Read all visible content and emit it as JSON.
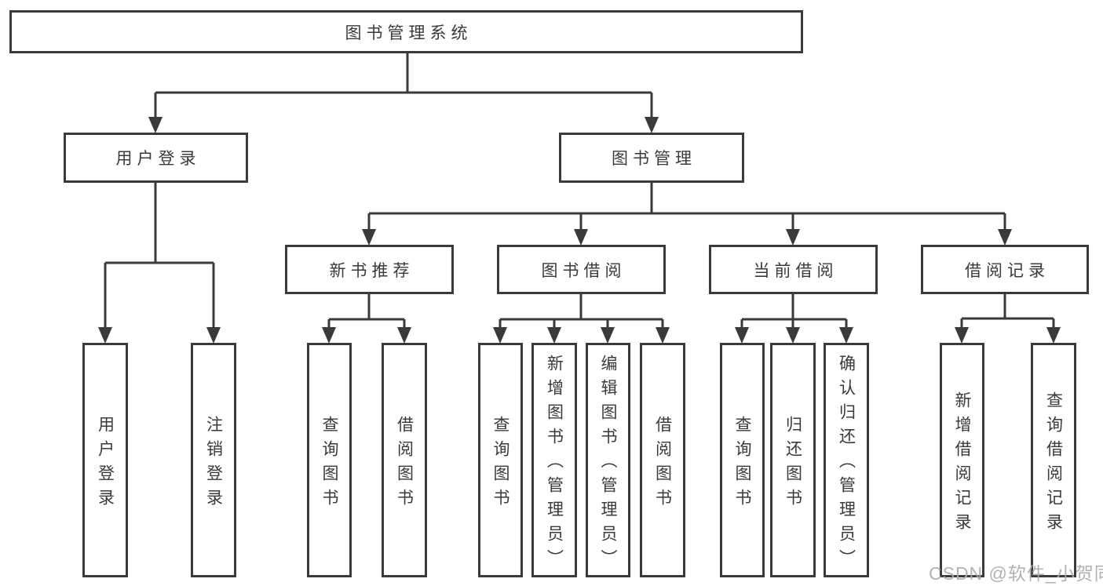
{
  "tree": {
    "label": "图书管理系统",
    "children": [
      {
        "label": "用户登录",
        "children": [
          {
            "label": "用户登录"
          },
          {
            "label": "注销登录"
          }
        ]
      },
      {
        "label": "图书管理",
        "children": [
          {
            "label": "新书推荐",
            "children": [
              {
                "label": "查询图书"
              },
              {
                "label": "借阅图书"
              }
            ]
          },
          {
            "label": "图书借阅",
            "children": [
              {
                "label": "查询图书"
              },
              {
                "label": "新增图书（管理员）"
              },
              {
                "label": "编辑图书（管理员）"
              },
              {
                "label": "借阅图书"
              }
            ]
          },
          {
            "label": "当前借阅",
            "children": [
              {
                "label": "查询图书"
              },
              {
                "label": "归还图书"
              },
              {
                "label": "确认归还（管理员）"
              }
            ]
          },
          {
            "label": "借阅记录",
            "children": [
              {
                "label": "新增借阅记录"
              },
              {
                "label": "查询借阅记录"
              }
            ]
          }
        ]
      }
    ]
  },
  "watermark": {
    "text": "CSDN @软件_小贺同学"
  },
  "colors": {
    "line": "#3a3a3c",
    "box_border": "#3b3b3d",
    "text": "#3a3a3c",
    "watermark": "#ababae",
    "background": "#ffffff"
  }
}
